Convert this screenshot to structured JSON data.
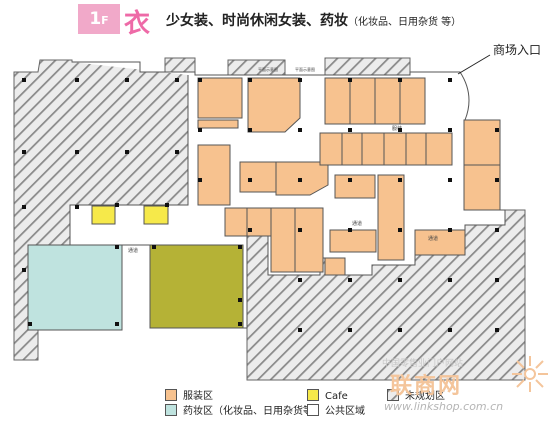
{
  "header": {
    "floor_number": "1",
    "floor_suffix": "F",
    "category_char": "衣",
    "title": "少女装、时尚休闲女装、药妆",
    "subtitle": "（化妆品、日用杂货 等）"
  },
  "map": {
    "entrance_label": "商场入口",
    "corridor_labels": {
      "upper": "服装",
      "mid_right": "通道",
      "mid_center": "通道",
      "left": "通道",
      "top_left": "平面示意图",
      "top_right": "平面示意图"
    },
    "colors": {
      "clothing": "#f7c28f",
      "cafe": "#f6e94a",
      "cosmetics": "#bfe3df",
      "olive": "#b5b236",
      "public": "#ffffff",
      "hatch": "#8a8a8a"
    }
  },
  "legend": {
    "items": [
      {
        "label": "服装区",
        "color": "#f7c28f"
      },
      {
        "label": "Cafe",
        "color": "#f6e94a"
      },
      {
        "label": "未规划区",
        "color": "hatch"
      },
      {
        "label": "药妆区（化妆品、日用杂货等）",
        "color": "#bfe3df"
      },
      {
        "label": "公共区域",
        "color": "#ffffff"
      }
    ]
  },
  "watermark": {
    "caption": "中国零售业门户网站",
    "logo": "联商网",
    "url": "www.linkshop.com.cn"
  }
}
